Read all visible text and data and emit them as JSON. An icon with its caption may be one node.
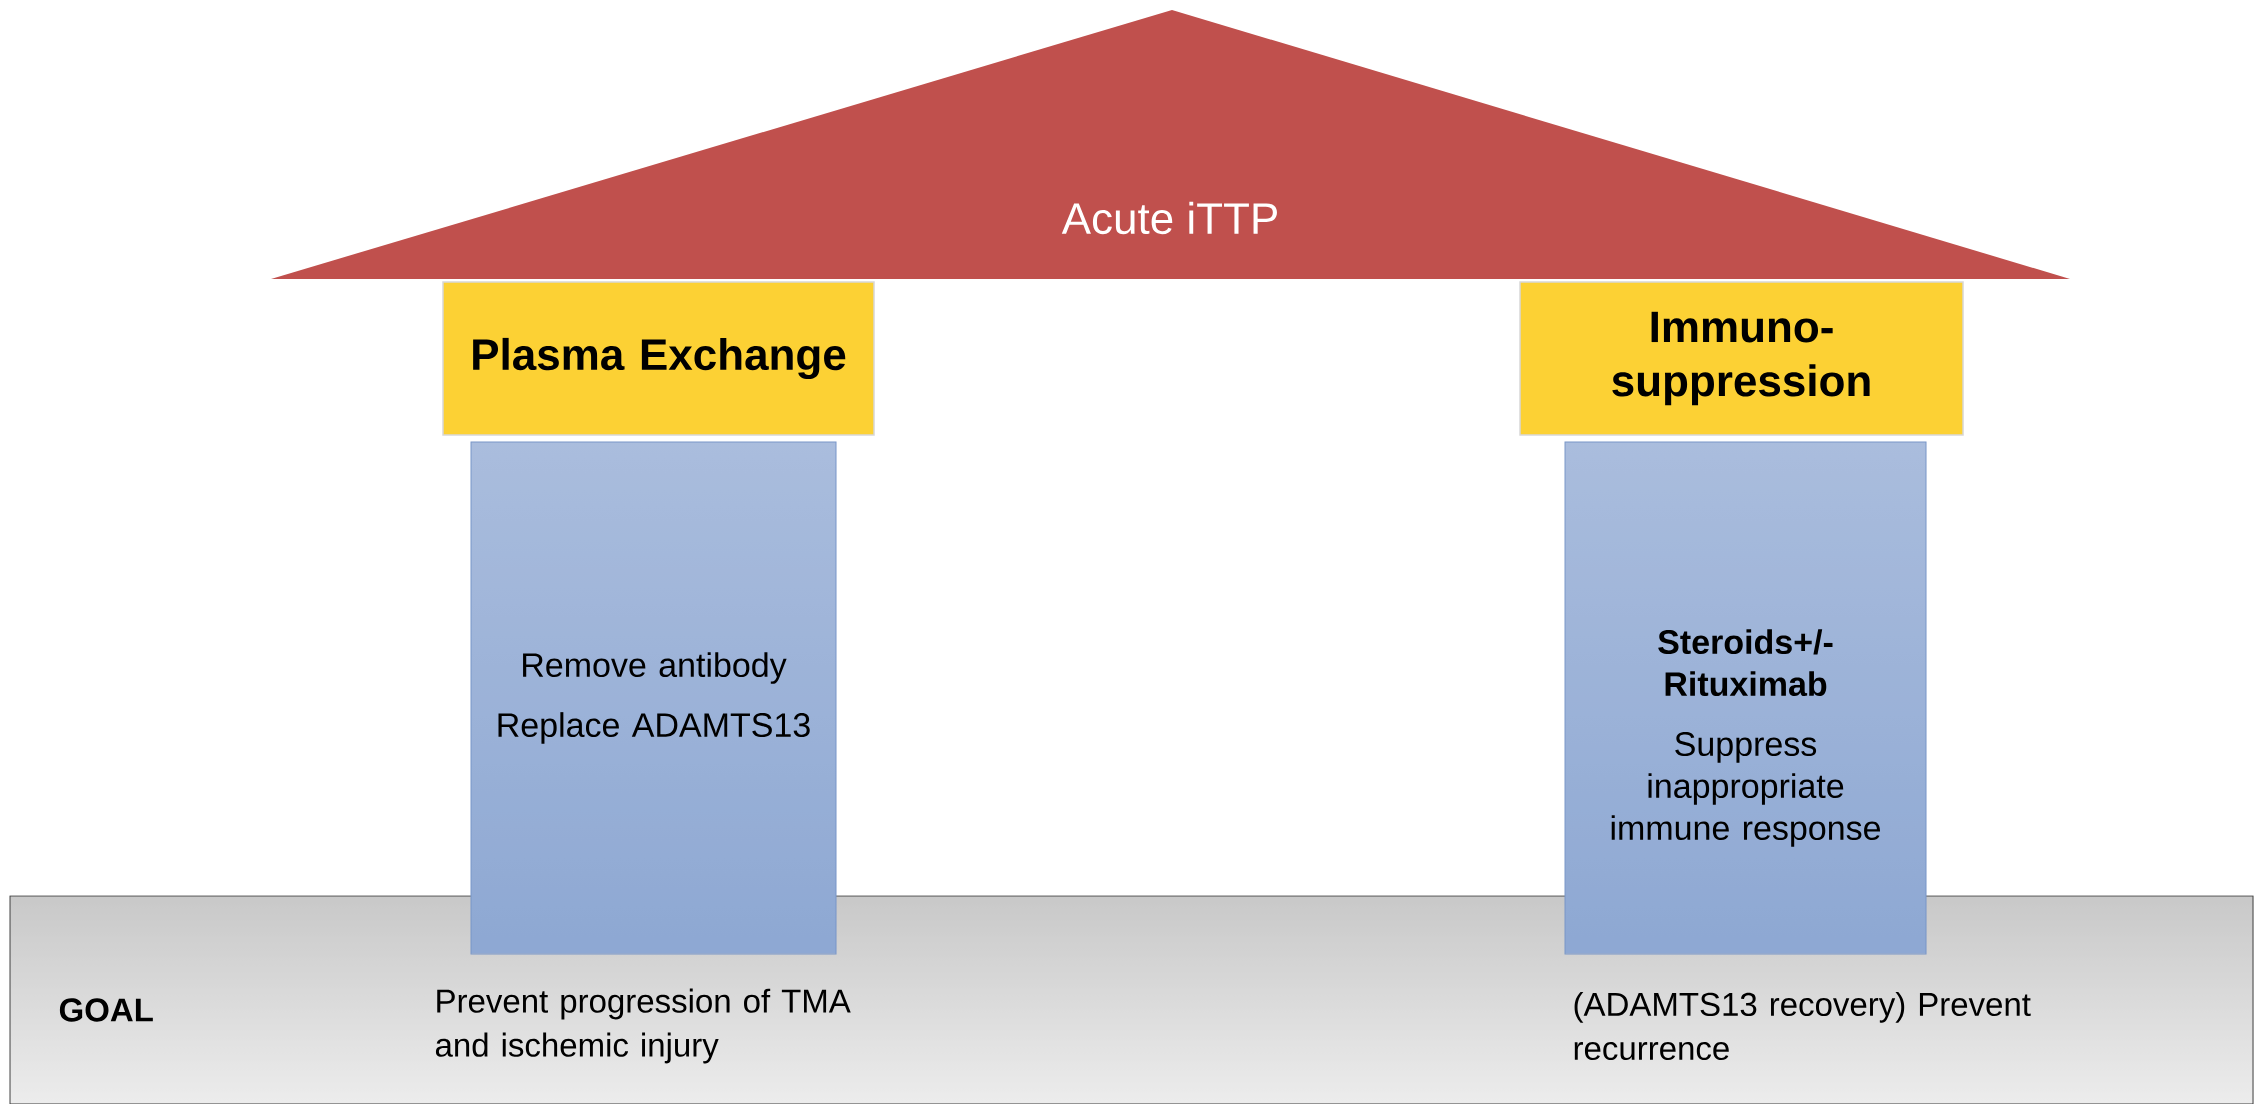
{
  "diagram": {
    "nodes": [
      {
        "text": [
          "Acute iTTP"
        ]
      },
      {
        "text": [
          "Plasma Exchange"
        ]
      },
      {
        "text": [
          "Remove antibody",
          "Replace ADAMTS13"
        ]
      },
      {
        "text": [
          "Immuno- suppression"
        ]
      },
      {
        "text": [
          "Steroids+/- Rituximab",
          "Suppress inappropriate immune response"
        ]
      },
      {
        "text": [
          "GOAL",
          "Prevent progression of TMA and ischemic injury",
          "(ADAMTS13 recovery) Prevent recurrence"
        ]
      }
    ],
    "edges": []
  }
}
